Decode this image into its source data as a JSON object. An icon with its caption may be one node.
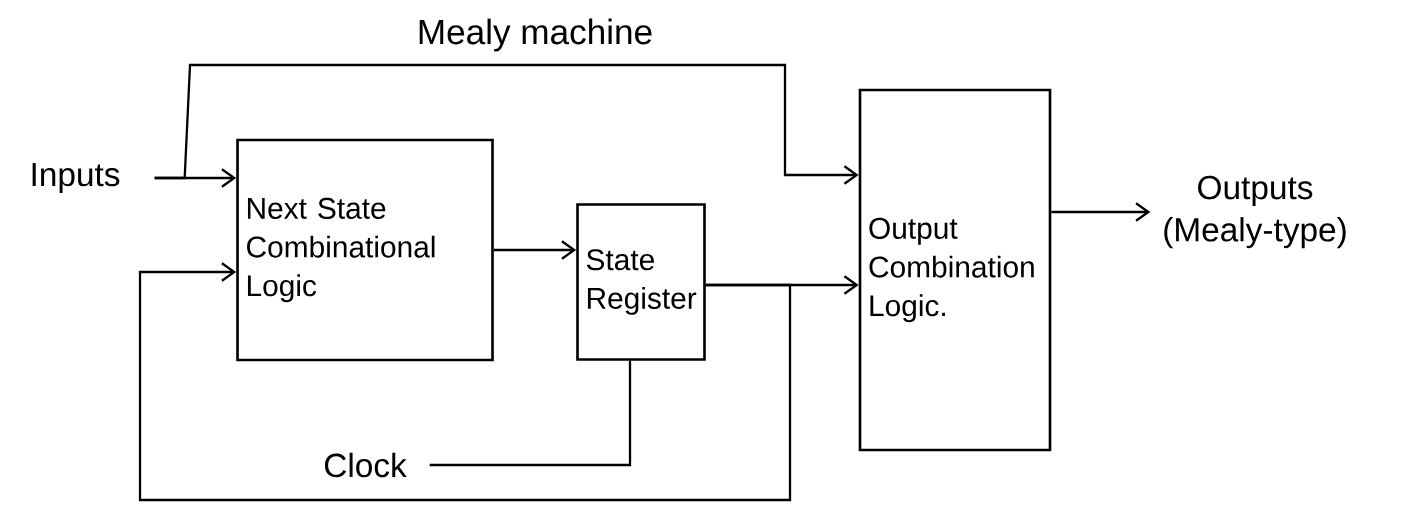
{
  "diagram": {
    "title": "Mealy machine",
    "nodes": [
      {
        "text": [
          "Inputs"
        ]
      },
      {
        "text": [
          "Next State Combinational Logic"
        ]
      },
      {
        "text": [
          "State Register"
        ]
      },
      {
        "text": [
          "Output Combination Logic."
        ]
      },
      {
        "text": [
          "Outputs (Mealy-type)"
        ]
      },
      {
        "text": [
          "Clock"
        ]
      }
    ],
    "edges": [
      {
        "from": 0,
        "to": 1,
        "arrow": "to"
      },
      {
        "from": 0,
        "to": 3,
        "arrow": "to"
      },
      {
        "from": 1,
        "to": 2,
        "arrow": "to"
      },
      {
        "from": 2,
        "to": 3,
        "arrow": "to"
      },
      {
        "from": 2,
        "to": 1,
        "arrow": "to"
      },
      {
        "from": 5,
        "to": 2,
        "arrow": "none"
      },
      {
        "from": 3,
        "to": 4,
        "arrow": "to"
      }
    ]
  }
}
